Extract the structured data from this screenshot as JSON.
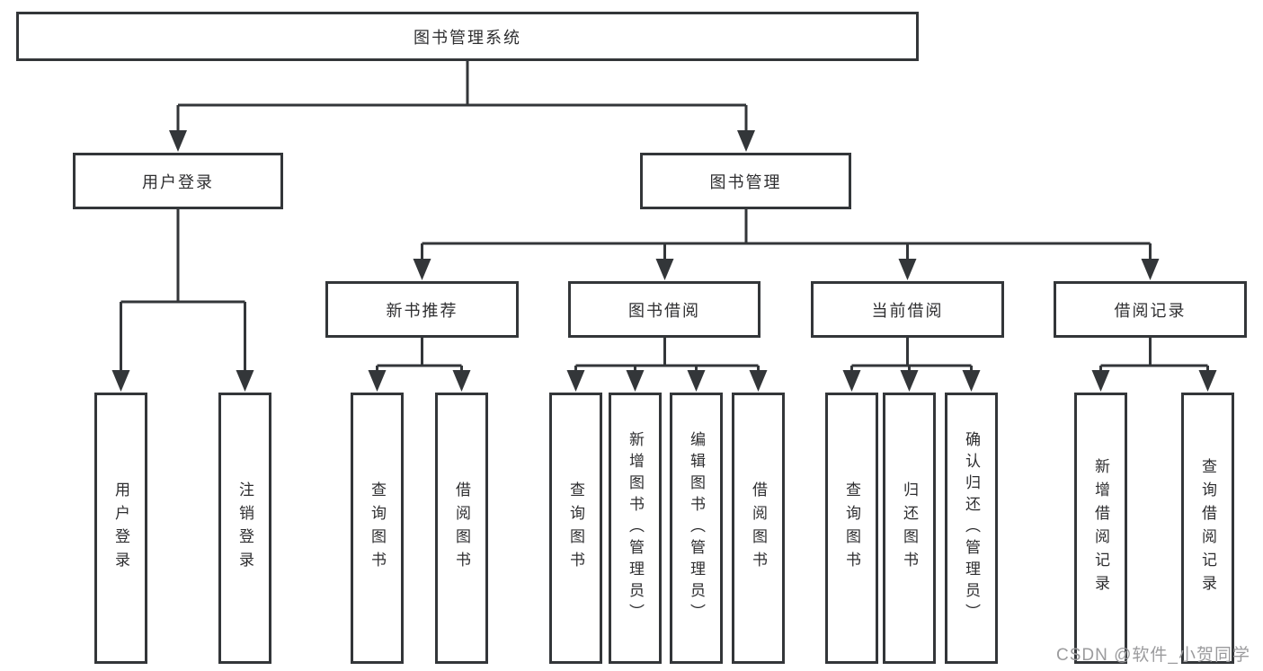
{
  "diagram": {
    "title_node": "图书管理系统",
    "level2": {
      "user_login": "用户登录",
      "book_management": "图书管理"
    },
    "level3": [
      "新书推荐",
      "图书借阅",
      "当前借阅",
      "借阅记录"
    ],
    "leaves": {
      "login_group": [
        "用户登录",
        "注销登录"
      ],
      "recommend_group": [
        "查询图书",
        "借阅图书"
      ],
      "borrow_group": [
        "查询图书",
        "新增图书（管理员）",
        "编辑图书（管理员）",
        "借阅图书"
      ],
      "current_group": [
        "查询图书",
        "归还图书",
        "确认归还（管理员）"
      ],
      "record_group": [
        "新增借阅记录",
        "查询借阅记录"
      ]
    }
  },
  "watermark": {
    "text": "CSDN @软件_小贺同学"
  },
  "colors": {
    "line": "#333639",
    "text": "#2e2e30",
    "watermark": "#9b9b9d",
    "background": "#ffffff"
  }
}
